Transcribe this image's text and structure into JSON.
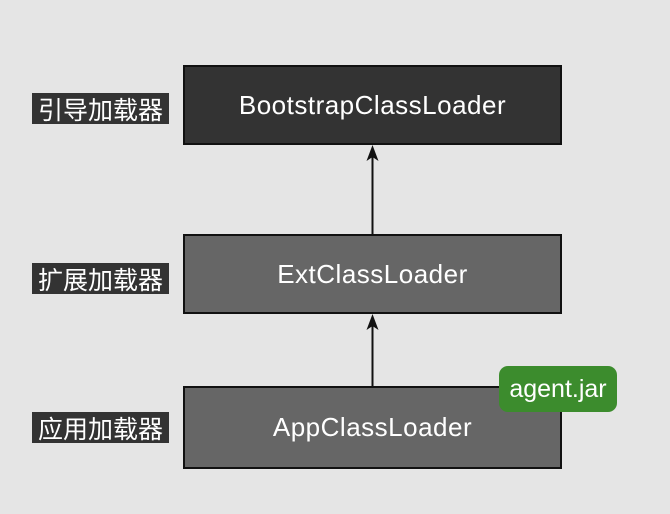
{
  "diagram": {
    "type": "classloader-hierarchy",
    "rows": [
      {
        "id": "bootstrap",
        "side_label": "引导加载器",
        "box_label": "BootstrapClassLoader"
      },
      {
        "id": "ext",
        "side_label": "扩展加载器",
        "box_label": "ExtClassLoader"
      },
      {
        "id": "app",
        "side_label": "应用加载器",
        "box_label": "AppClassLoader"
      }
    ],
    "arrows": [
      {
        "from": "AppClassLoader",
        "to": "ExtClassLoader",
        "direction": "up"
      },
      {
        "from": "ExtClassLoader",
        "to": "BootstrapClassLoader",
        "direction": "up"
      }
    ],
    "badge": {
      "label": "agent.jar"
    },
    "colors": {
      "background": "#e5e5e5",
      "box_dark": "#333333",
      "box_gray": "#666666",
      "box_border": "#111111",
      "box_text": "#ffffff",
      "label_bg": "#333333",
      "label_text": "#ffffff",
      "badge_bg": "#3c8c2d",
      "badge_text": "#ffffff",
      "arrow": "#111111"
    }
  }
}
